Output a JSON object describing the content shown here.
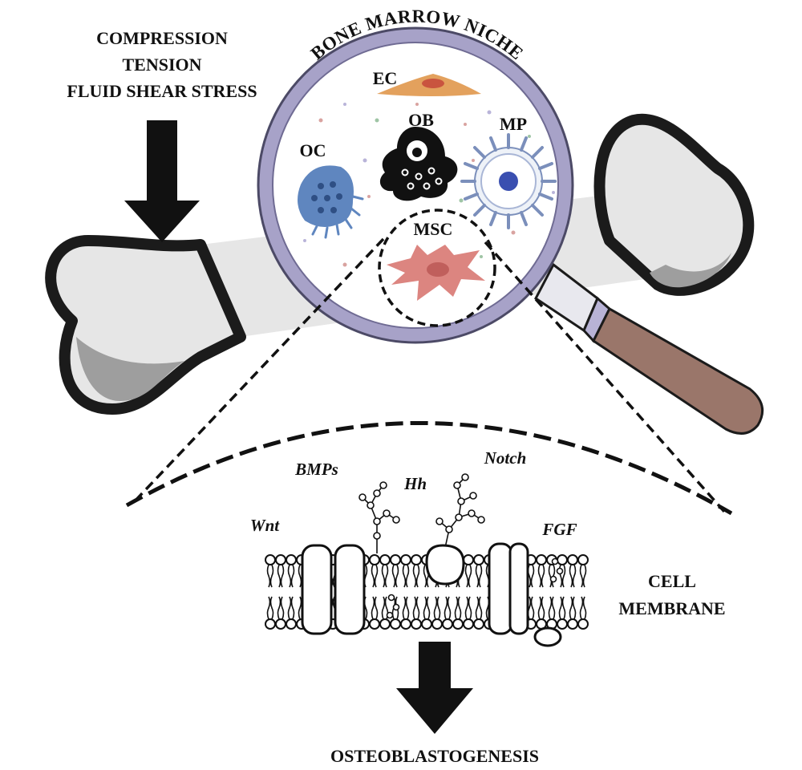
{
  "stimuli": [
    "COMPRESSION",
    "TENSION",
    "FLUID SHEAR STRESS"
  ],
  "niche_title": "BONE MARROW NICHE",
  "cells": {
    "ec": "EC",
    "ob": "OB",
    "mp": "MP",
    "oc": "OC",
    "msc": "MSC"
  },
  "signals": {
    "bmps": "BMPs",
    "hh": "Hh",
    "notch": "Notch",
    "wnt": "Wnt",
    "fgf": "FGF"
  },
  "membrane_label": [
    "CELL",
    "MEMBRANE"
  ],
  "outcome": "OSTEOBLASTOGENESIS",
  "colors": {
    "bone_fill": "#e6e6e6",
    "bone_shade": "#9e9e9e",
    "lens_ring": "#a7a2c8",
    "handle": "#9a766a",
    "oc_cell": "#5f86bf",
    "ec_cell": "#e3a15d",
    "msc_cell": "#dc8580",
    "mp_nucleus": "#3a4fb0"
  }
}
